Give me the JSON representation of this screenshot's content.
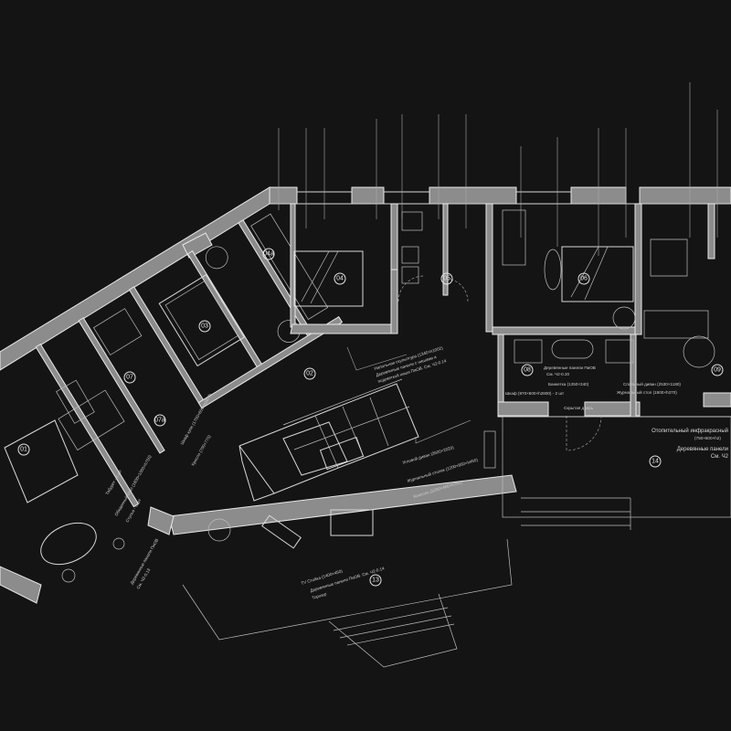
{
  "rooms": {
    "r01": "01",
    "r02": "02",
    "r03": "03",
    "r04": "04",
    "r04a": "04а",
    "r05": "05",
    "r06": "06",
    "r07": "07",
    "r07a": "07а",
    "r08": "08",
    "r09": "09",
    "r13": "13",
    "r14": "14"
  },
  "notes": {
    "sculpture": "Напольная скульптура (1340×h1002)",
    "panels_niches": "Деревянные панели с нишами и",
    "panels_niches2": "подсветкой ниши ПиОВ. См. Ч2-0.14",
    "sofa": "Угловой диван (3500×2020)",
    "coffee_table": "Журнальный столик (1200×850×h450)",
    "console": "Консоль (1200×400×h780)",
    "tv_stand": "TV Стойка (1400×450)",
    "panels_13": "Деревянные панели ПиОВ. См. Ч2-0.14",
    "floor_lamp": "Торшер",
    "panels_08": "Деревянные панели ПиОВ",
    "panels_08b": "См. Ч2-0.20",
    "banquette": "Банкетка (1250×340)",
    "wardrobe": "Шкаф (970×600×h2800) - 2 шт",
    "sofa_09": "Спальный диван (2530×1180)",
    "table_09": "Журнальный стол (1900×h370)",
    "terrace_heater": "Отопительный инфракрасный",
    "terrace_size": "(750×600×h2)",
    "terrace_panels": "Деревянные панели",
    "terrace_ref": "См. Ч2",
    "wardrobe_hall": "Шкаф купе (1700×600×h2870)",
    "armchair": "Кресло (700×770)",
    "dining_table": "Обеденный стол (1800×1000×h750)",
    "chairs": "Стулья - 6 шт",
    "stools": "Табурет - 3 шт",
    "panels_01": "Деревянные панели ПиОВ",
    "panels_01b": "См. Ч2-0.13",
    "door_label": "Скрытая дверь"
  },
  "colors": {
    "background": "#141414",
    "wall_fill": "#8c8c8c",
    "line": "#d8d8d8"
  }
}
